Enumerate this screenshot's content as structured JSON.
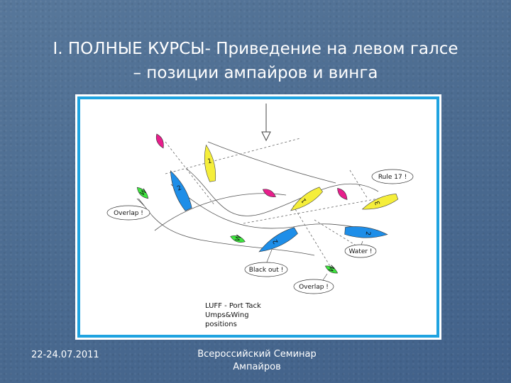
{
  "slide": {
    "title_line1": "I. ПОЛНЫЕ КУРСЫ- Приведение на левом галсе",
    "title_line2": "– позиции ампайров и винга"
  },
  "diagram": {
    "legend_line1": "LUFF - Port Tack",
    "legend_line2": "Umps&Wing",
    "legend_line3": "positions",
    "callouts": {
      "overlap_top": "Overlap !",
      "rule17": "Rule 17 !",
      "water": "Water !",
      "blackout": "Black out !",
      "overlap_bottom": "Overlap !"
    },
    "boat_labels": {
      "yellow": "1",
      "blue": "2",
      "yellow_3": "3",
      "wing": "W"
    },
    "colors": {
      "yellow_boat": "#f5ee3a",
      "blue_boat": "#1e8ee8",
      "umpire_boat": "#e81e8c",
      "wing_boat": "#3ee63e",
      "frame": "#1fa3e0"
    }
  },
  "footer": {
    "date": "22-24.07.2011",
    "event_line1": "Всероссийский Семинар",
    "event_line2": "Ампайров"
  }
}
